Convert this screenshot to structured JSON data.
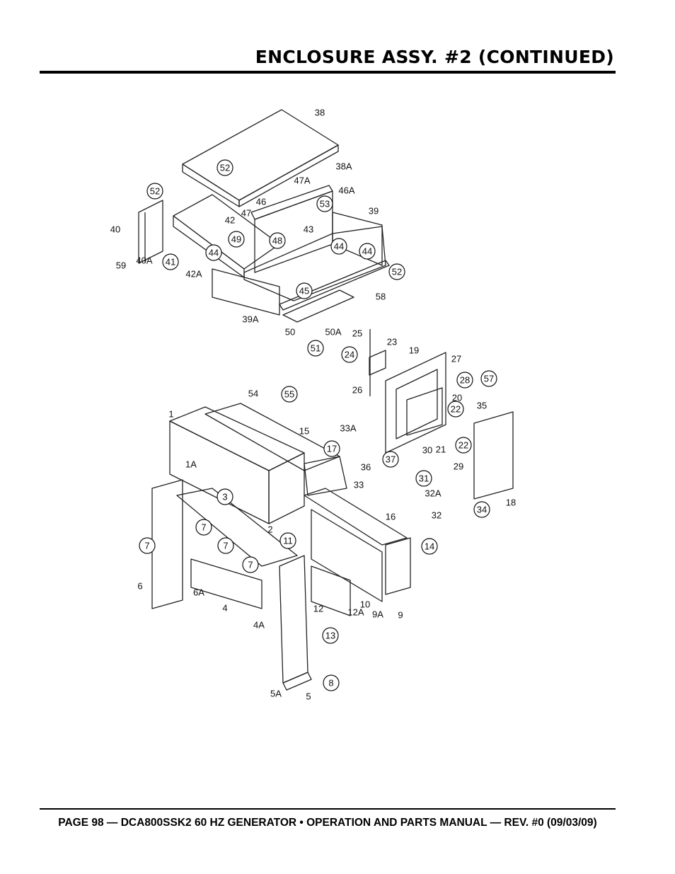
{
  "header": {
    "title": "ENCLOSURE ASSY. #2 (CONTINUED)"
  },
  "footer": {
    "text": "PAGE 98 — DCA800SSK2 60 HZ GENERATOR • OPERATION AND PARTS MANUAL — REV. #0 (09/03/09)"
  },
  "diagram": {
    "plain_labels": [
      "38",
      "38A",
      "47A",
      "46A",
      "46",
      "39",
      "42",
      "47",
      "43",
      "40",
      "59",
      "40A",
      "42A",
      "58",
      "39A",
      "50",
      "50A",
      "25",
      "23",
      "19",
      "27",
      "26",
      "20",
      "35",
      "54",
      "1",
      "15",
      "33A",
      "1A",
      "36",
      "30",
      "21",
      "29",
      "33",
      "32A",
      "32",
      "18",
      "16",
      "2",
      "6",
      "6A",
      "4",
      "12",
      "12A",
      "10",
      "9A",
      "9",
      "4A",
      "5A",
      "5"
    ],
    "circled_labels": [
      "52",
      "52",
      "53",
      "49",
      "48",
      "44",
      "44",
      "41",
      "44",
      "52",
      "45",
      "51",
      "24",
      "28",
      "57",
      "55",
      "22",
      "17",
      "22",
      "37",
      "31",
      "3",
      "34",
      "7",
      "7",
      "7",
      "11",
      "14",
      "7",
      "13",
      "8"
    ]
  }
}
